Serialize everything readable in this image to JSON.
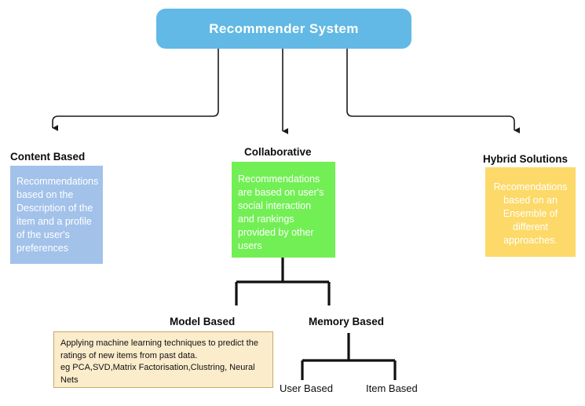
{
  "diagram": {
    "title": "Recommender System",
    "root": {
      "label": "Recommender System",
      "color": "#62b9e5",
      "text_color": "#ffffff"
    },
    "branches": [
      {
        "heading": "Content Based",
        "description": "Recommendations based on the Description of the item and a profile of the user's preferences",
        "color": "#a3c2ea",
        "text_color": "#ffffff"
      },
      {
        "heading": "Collaborative",
        "description": "Recommendations are based on user's social interaction and rankings provided by other users",
        "color": "#72ef54",
        "text_color": "#ffffff"
      },
      {
        "heading": "Hybrid Solutions",
        "description": "Recomendations based on an Ensemble of different approaches.",
        "color": "#fcd968",
        "text_color": "#ffffff"
      }
    ],
    "sub_branches": [
      {
        "heading": "Model Based",
        "description": "Applying machine learning techniques to predict the ratings of new items from past data.\neg PCA,SVD,Matrix Factorisation,Clustring, Neural Nets",
        "fill": "#fbeccb",
        "border": "#c8a96a",
        "text_color": "#111111"
      },
      {
        "heading": "Memory Based",
        "leaves": [
          {
            "label": "User Based"
          },
          {
            "label": "Item Based"
          }
        ]
      }
    ],
    "connector_color": "#1a1a1a"
  }
}
